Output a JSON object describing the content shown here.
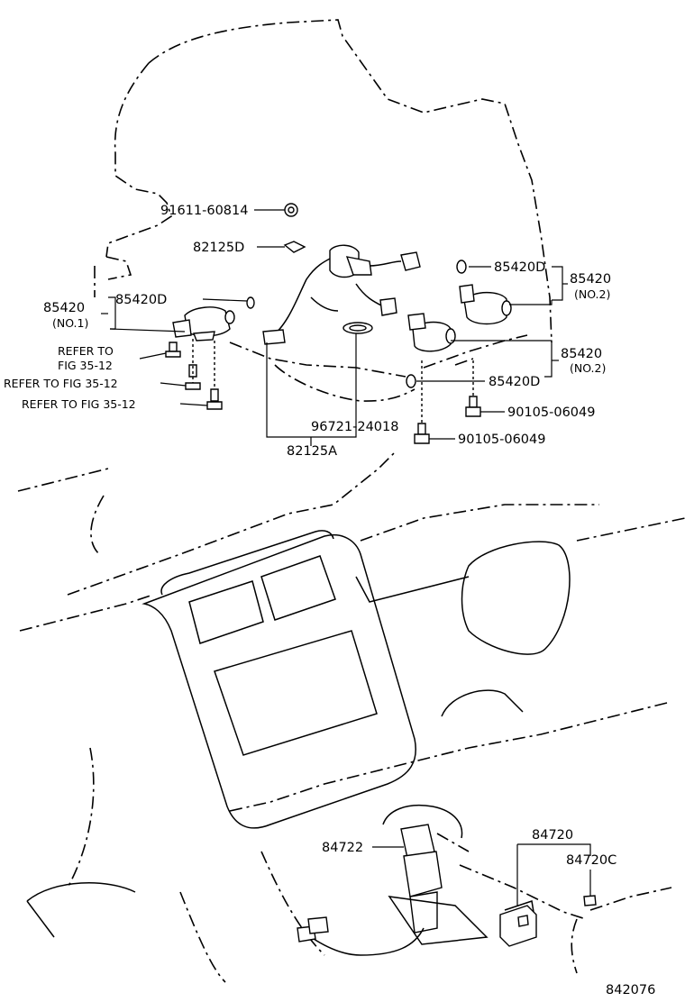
{
  "labels": {
    "l_91611": "91611-60814",
    "l_82125d": "82125D",
    "l_85420d_top": "85420D",
    "l_85420_r1": "85420",
    "l_no2_r1": "(NO.2)",
    "l_85420_left": "85420",
    "l_no1": "(NO.1)",
    "l_85420d_left": "85420D",
    "l_refer1a": "REFER TO",
    "l_refer1b": "FIG 35-12",
    "l_refer2": "REFER TO FIG 35-12",
    "l_refer3": "REFER TO FIG 35-12",
    "l_85420_r2": "85420",
    "l_no2_r2": "(NO.2)",
    "l_85420d_r2": "85420D",
    "l_90105_a": "90105-06049",
    "l_90105_b": "90105-06049",
    "l_96721": "96721-24018",
    "l_82125a": "82125A",
    "l_84720": "84720",
    "l_84722": "84722",
    "l_84720c": "84720C",
    "l_fig": "842076"
  }
}
